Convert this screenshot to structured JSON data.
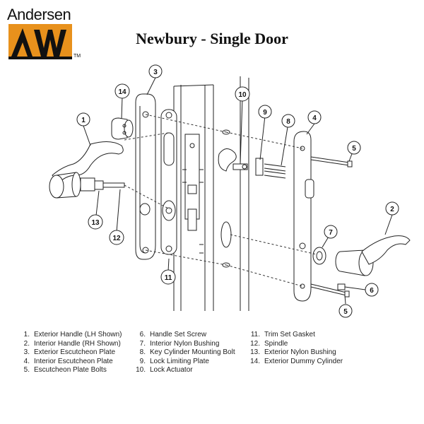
{
  "brand": {
    "name": "Andersen",
    "mark": "AW",
    "tm": "TM",
    "orange": "#E8911C",
    "black": "#111111"
  },
  "title": "Newbury - Single Door",
  "callouts": [
    "1",
    "2",
    "3",
    "4",
    "5",
    "5",
    "6",
    "7",
    "8",
    "9",
    "10",
    "11",
    "12",
    "13",
    "14"
  ],
  "parts": [
    {
      "num": "1.",
      "label": "Exterior Handle (LH Shown)"
    },
    {
      "num": "2.",
      "label": "Interior Handle (RH Shown)"
    },
    {
      "num": "3.",
      "label": "Exterior Escutcheon Plate"
    },
    {
      "num": "4.",
      "label": "Interior Escutcheon Plate"
    },
    {
      "num": "5.",
      "label": "Escutcheon Plate Bolts"
    },
    {
      "num": "6.",
      "label": "Handle Set Screw"
    },
    {
      "num": "7.",
      "label": "Interior Nylon Bushing"
    },
    {
      "num": "8.",
      "label": "Key Cylinder Mounting Bolt"
    },
    {
      "num": "9.",
      "label": "Lock Limiting Plate"
    },
    {
      "num": "10.",
      "label": "Lock Actuator"
    },
    {
      "num": "11.",
      "label": "Trim Set Gasket"
    },
    {
      "num": "12.",
      "label": "Spindle"
    },
    {
      "num": "13.",
      "label": "Exterior Nylon Bushing"
    },
    {
      "num": "14.",
      "label": "Exterior Dummy Cylinder"
    }
  ]
}
